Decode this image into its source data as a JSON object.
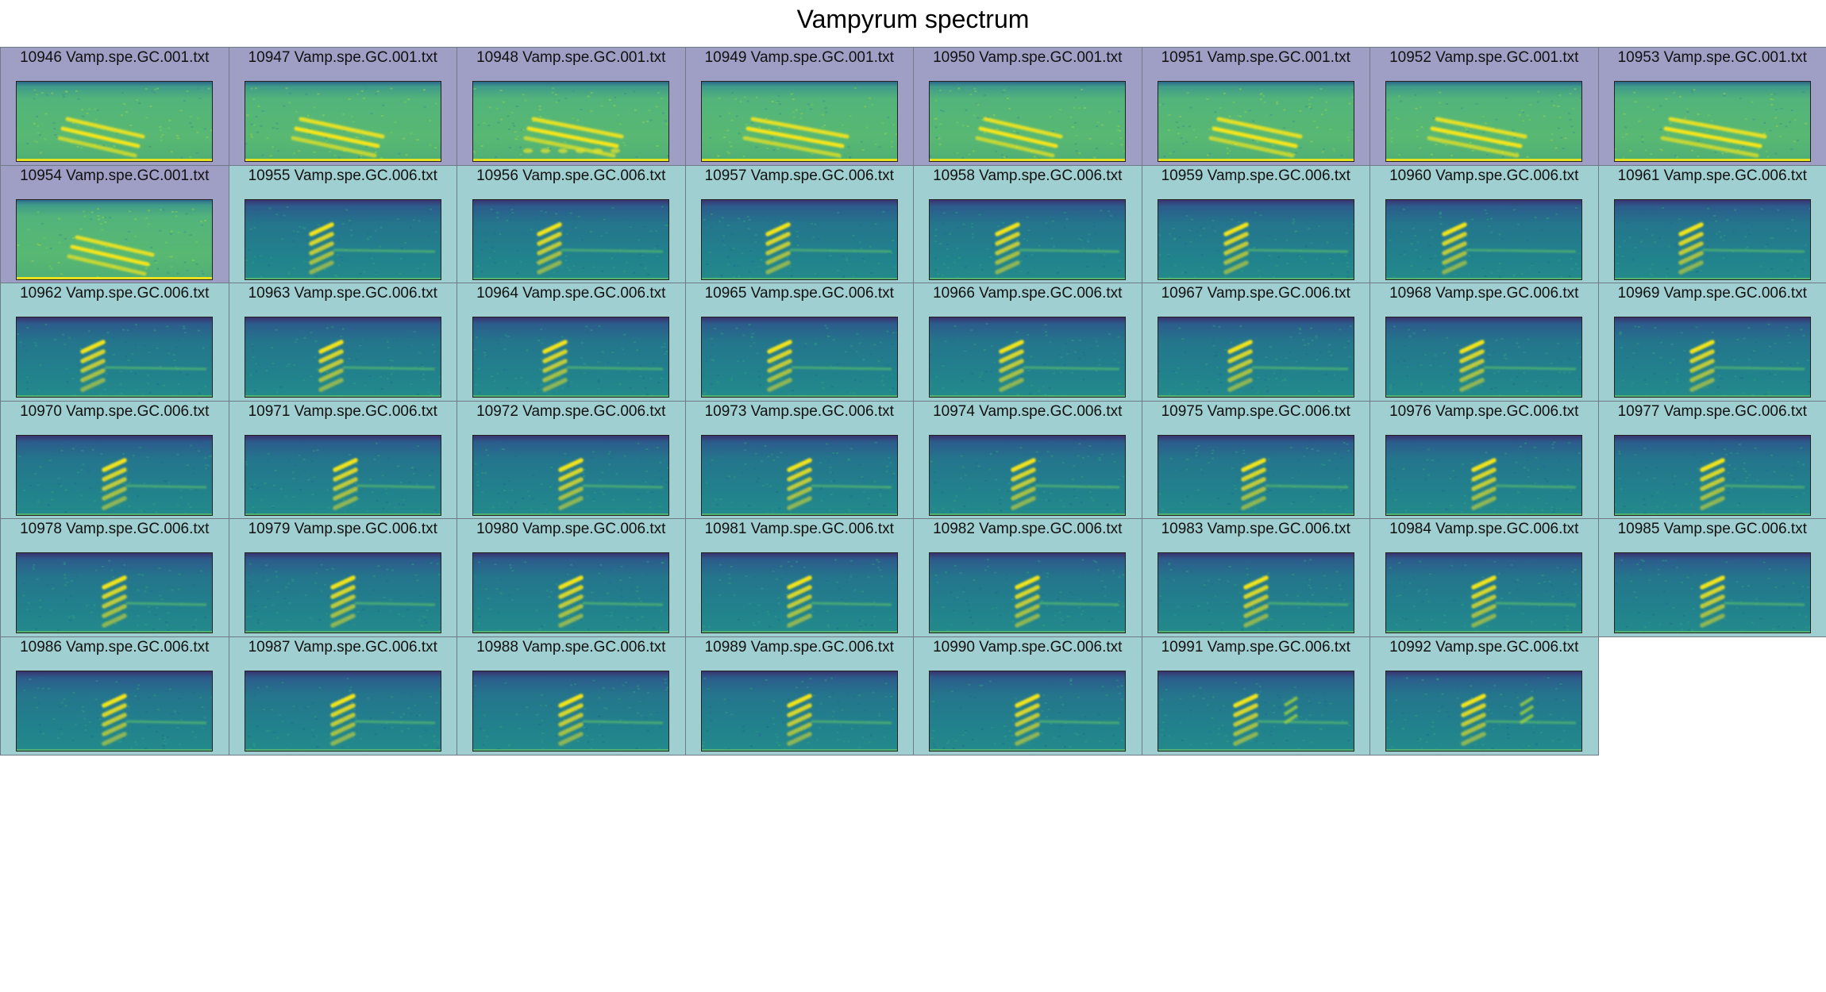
{
  "title": "Vampyrum spectrum",
  "colors": {
    "group_001_bg": "#9f9fc6",
    "group_006_bg": "#9fcfd0",
    "colormap": "viridis"
  },
  "chart_data": {
    "type": "heatmap",
    "title": "Vampyrum spectrum",
    "layout": {
      "rows": 6,
      "columns": 8
    },
    "panels": [
      {
        "label": "10946 Vamp.spe.GC.001.txt",
        "group": "001"
      },
      {
        "label": "10947 Vamp.spe.GC.001.txt",
        "group": "001"
      },
      {
        "label": "10948 Vamp.spe.GC.001.txt",
        "group": "001"
      },
      {
        "label": "10949 Vamp.spe.GC.001.txt",
        "group": "001"
      },
      {
        "label": "10950 Vamp.spe.GC.001.txt",
        "group": "001"
      },
      {
        "label": "10951 Vamp.spe.GC.001.txt",
        "group": "001"
      },
      {
        "label": "10952 Vamp.spe.GC.001.txt",
        "group": "001"
      },
      {
        "label": "10953 Vamp.spe.GC.001.txt",
        "group": "001"
      },
      {
        "label": "10954 Vamp.spe.GC.001.txt",
        "group": "001"
      },
      {
        "label": "10955 Vamp.spe.GC.006.txt",
        "group": "006"
      },
      {
        "label": "10956 Vamp.spe.GC.006.txt",
        "group": "006"
      },
      {
        "label": "10957 Vamp.spe.GC.006.txt",
        "group": "006"
      },
      {
        "label": "10958 Vamp.spe.GC.006.txt",
        "group": "006"
      },
      {
        "label": "10959 Vamp.spe.GC.006.txt",
        "group": "006"
      },
      {
        "label": "10960 Vamp.spe.GC.006.txt",
        "group": "006"
      },
      {
        "label": "10961 Vamp.spe.GC.006.txt",
        "group": "006"
      },
      {
        "label": "10962 Vamp.spe.GC.006.txt",
        "group": "006"
      },
      {
        "label": "10963 Vamp.spe.GC.006.txt",
        "group": "006"
      },
      {
        "label": "10964 Vamp.spe.GC.006.txt",
        "group": "006"
      },
      {
        "label": "10965 Vamp.spe.GC.006.txt",
        "group": "006"
      },
      {
        "label": "10966 Vamp.spe.GC.006.txt",
        "group": "006"
      },
      {
        "label": "10967 Vamp.spe.GC.006.txt",
        "group": "006"
      },
      {
        "label": "10968 Vamp.spe.GC.006.txt",
        "group": "006"
      },
      {
        "label": "10969 Vamp.spe.GC.006.txt",
        "group": "006"
      },
      {
        "label": "10970 Vamp.spe.GC.006.txt",
        "group": "006"
      },
      {
        "label": "10971 Vamp.spe.GC.006.txt",
        "group": "006"
      },
      {
        "label": "10972 Vamp.spe.GC.006.txt",
        "group": "006"
      },
      {
        "label": "10973 Vamp.spe.GC.006.txt",
        "group": "006"
      },
      {
        "label": "10974 Vamp.spe.GC.006.txt",
        "group": "006"
      },
      {
        "label": "10975 Vamp.spe.GC.006.txt",
        "group": "006"
      },
      {
        "label": "10976 Vamp.spe.GC.006.txt",
        "group": "006"
      },
      {
        "label": "10977 Vamp.spe.GC.006.txt",
        "group": "006"
      },
      {
        "label": "10978 Vamp.spe.GC.006.txt",
        "group": "006"
      },
      {
        "label": "10979 Vamp.spe.GC.006.txt",
        "group": "006"
      },
      {
        "label": "10980 Vamp.spe.GC.006.txt",
        "group": "006"
      },
      {
        "label": "10981 Vamp.spe.GC.006.txt",
        "group": "006"
      },
      {
        "label": "10982 Vamp.spe.GC.006.txt",
        "group": "006"
      },
      {
        "label": "10983 Vamp.spe.GC.006.txt",
        "group": "006"
      },
      {
        "label": "10984 Vamp.spe.GC.006.txt",
        "group": "006"
      },
      {
        "label": "10985 Vamp.spe.GC.006.txt",
        "group": "006"
      },
      {
        "label": "10986 Vamp.spe.GC.006.txt",
        "group": "006"
      },
      {
        "label": "10987 Vamp.spe.GC.006.txt",
        "group": "006"
      },
      {
        "label": "10988 Vamp.spe.GC.006.txt",
        "group": "006"
      },
      {
        "label": "10989 Vamp.spe.GC.006.txt",
        "group": "006"
      },
      {
        "label": "10990 Vamp.spe.GC.006.txt",
        "group": "006"
      },
      {
        "label": "10991 Vamp.spe.GC.006.txt",
        "group": "006"
      },
      {
        "label": "10992 Vamp.spe.GC.006.txt",
        "group": "006"
      }
    ]
  }
}
